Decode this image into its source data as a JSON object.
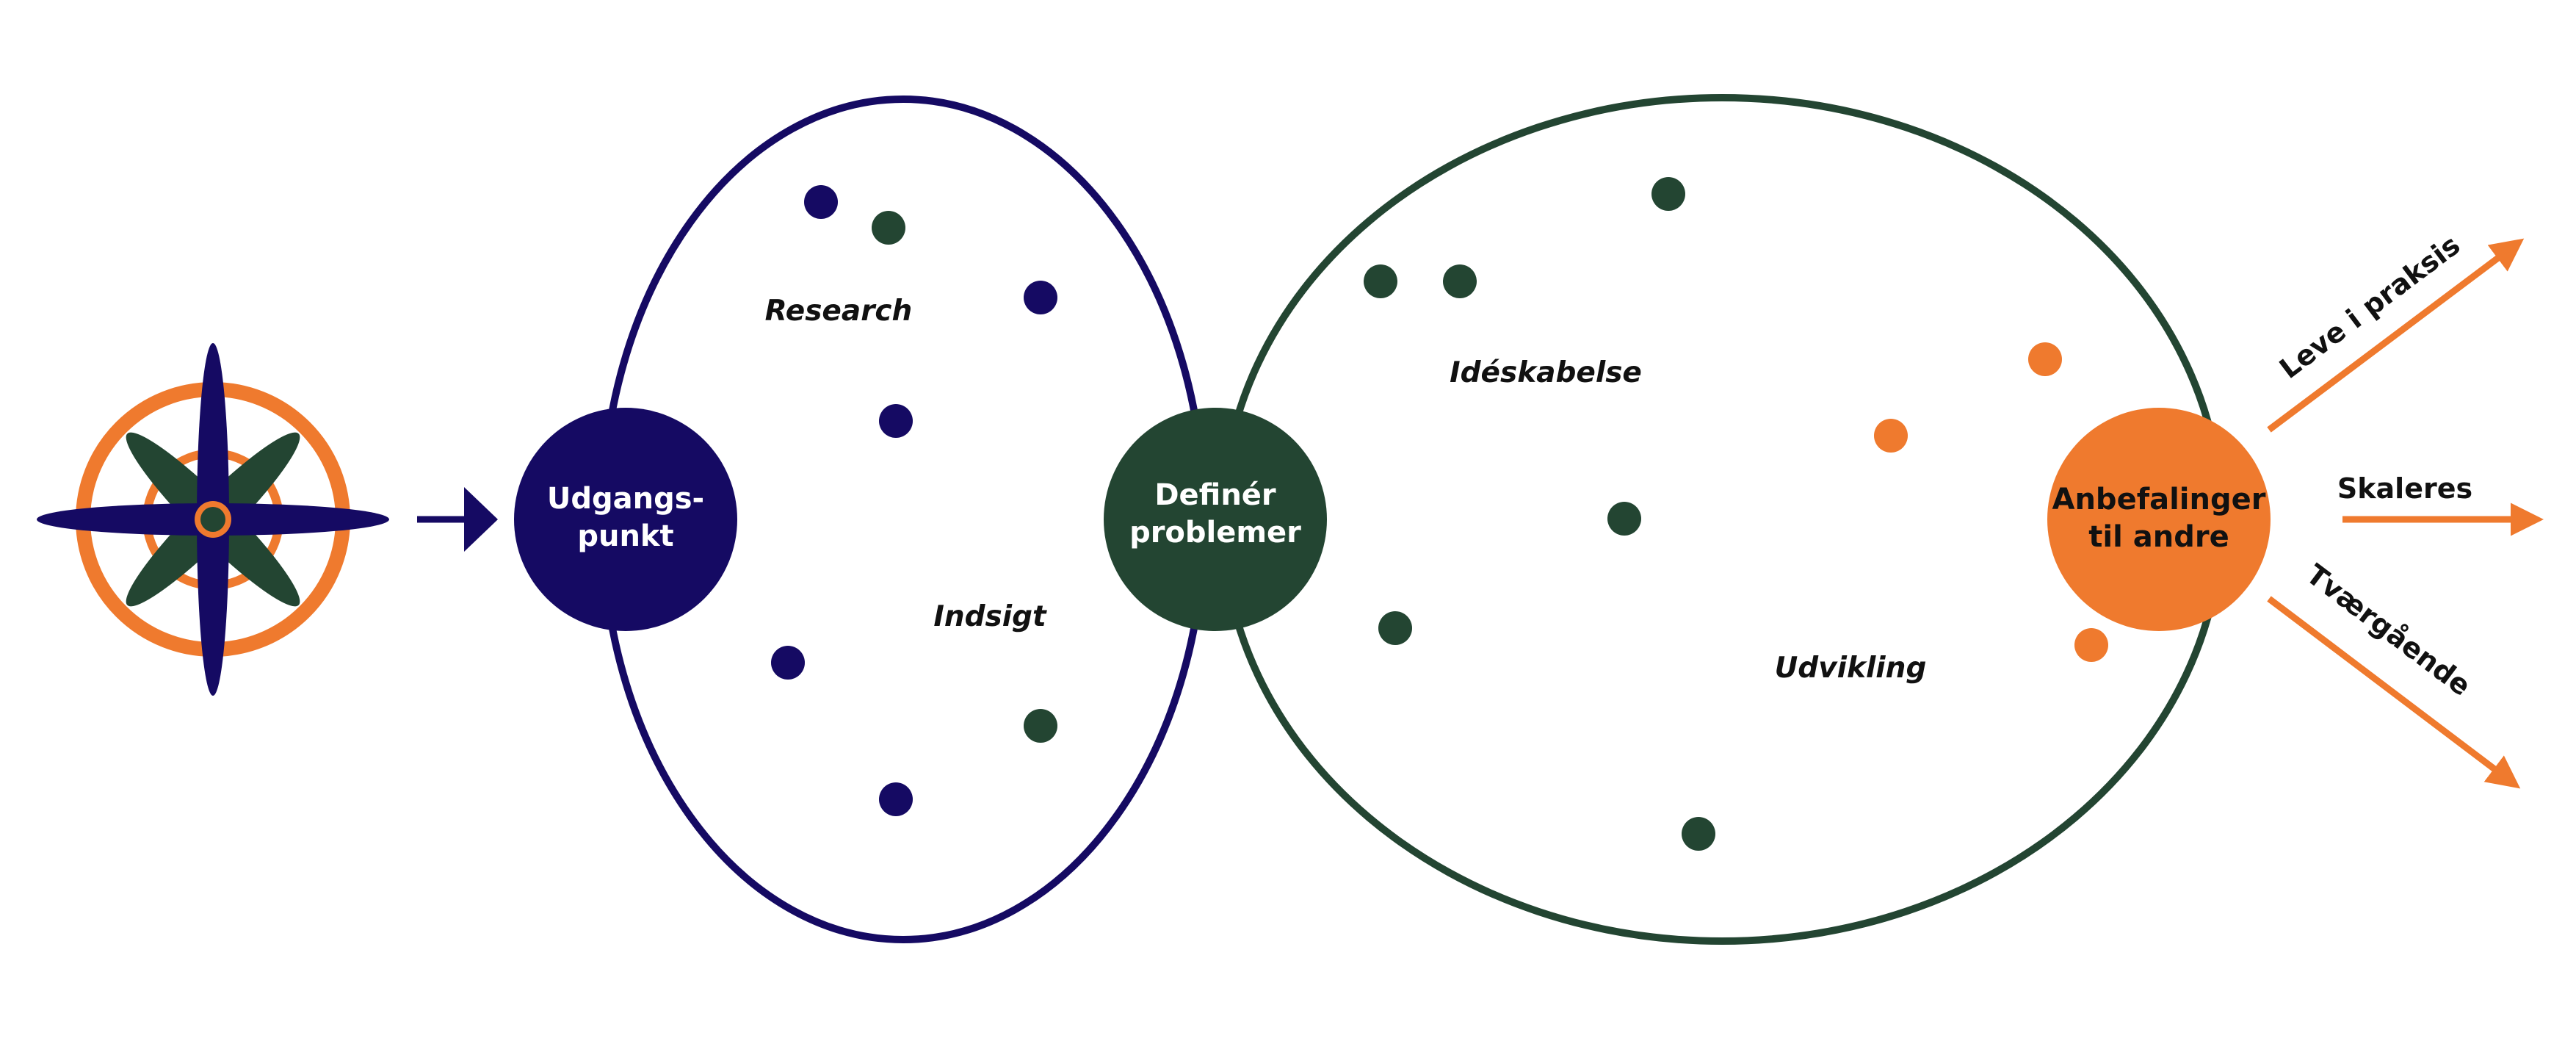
{
  "colors": {
    "navy": "#150a63",
    "green": "#234532",
    "orange": "#ef7a2e",
    "text": "#111111",
    "white": "#ffffff"
  },
  "icons": {
    "compass": "compass-icon",
    "start_arrow": "arrow-right-icon"
  },
  "nodes": {
    "start": {
      "line1": "Udgangs-",
      "line2": "punkt"
    },
    "define": {
      "line1": "Definér",
      "line2": "problemer"
    },
    "recommend": {
      "line1": "Anbefalinger",
      "line2": "til andre"
    }
  },
  "phases": {
    "research": "Research",
    "insight": "Indsigt",
    "ideation": "Idéskabelse",
    "development": "Udvikling"
  },
  "outcomes": {
    "practice": "Leve i praksis",
    "scale": "Skaleres",
    "cross": "Tværgående"
  }
}
